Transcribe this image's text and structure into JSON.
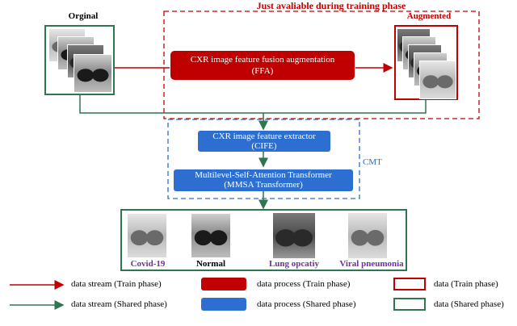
{
  "top_labels": {
    "original": "Orginal",
    "training_note": "Just avaliable during training phase",
    "augmented": "Augmented"
  },
  "ffa_box": {
    "line1": "CXR image feature fusion augmentation",
    "line2": "(FFA)"
  },
  "cife_box": {
    "line1": "CXR image feature extractor",
    "line2": "(CIFE)"
  },
  "mmsa_box": {
    "line1": "Multilevel-Self-Attention Transformer",
    "line2": "(MMSA Transformer)"
  },
  "cmt_label": "CMT",
  "categories": [
    {
      "label": "Covid-19",
      "color": "#7030a0"
    },
    {
      "label": "Normal",
      "color": "#000000"
    },
    {
      "label": "Lung opcatiy",
      "color": "#7030a0"
    },
    {
      "label": "Viral pneumonia",
      "color": "#7030a0"
    }
  ],
  "legend": {
    "stream_train": "data stream (Train phase)",
    "stream_shared": "data stream (Shared phase)",
    "process_train": "data process (Train phase)",
    "process_shared": "data process (Shared phase)",
    "data_train": "data (Train phase)",
    "data_shared": "data (Shared phase)"
  },
  "colors": {
    "train_red": "#c00000",
    "shared_green": "#2e7550",
    "process_blue": "#2c6fd0"
  }
}
